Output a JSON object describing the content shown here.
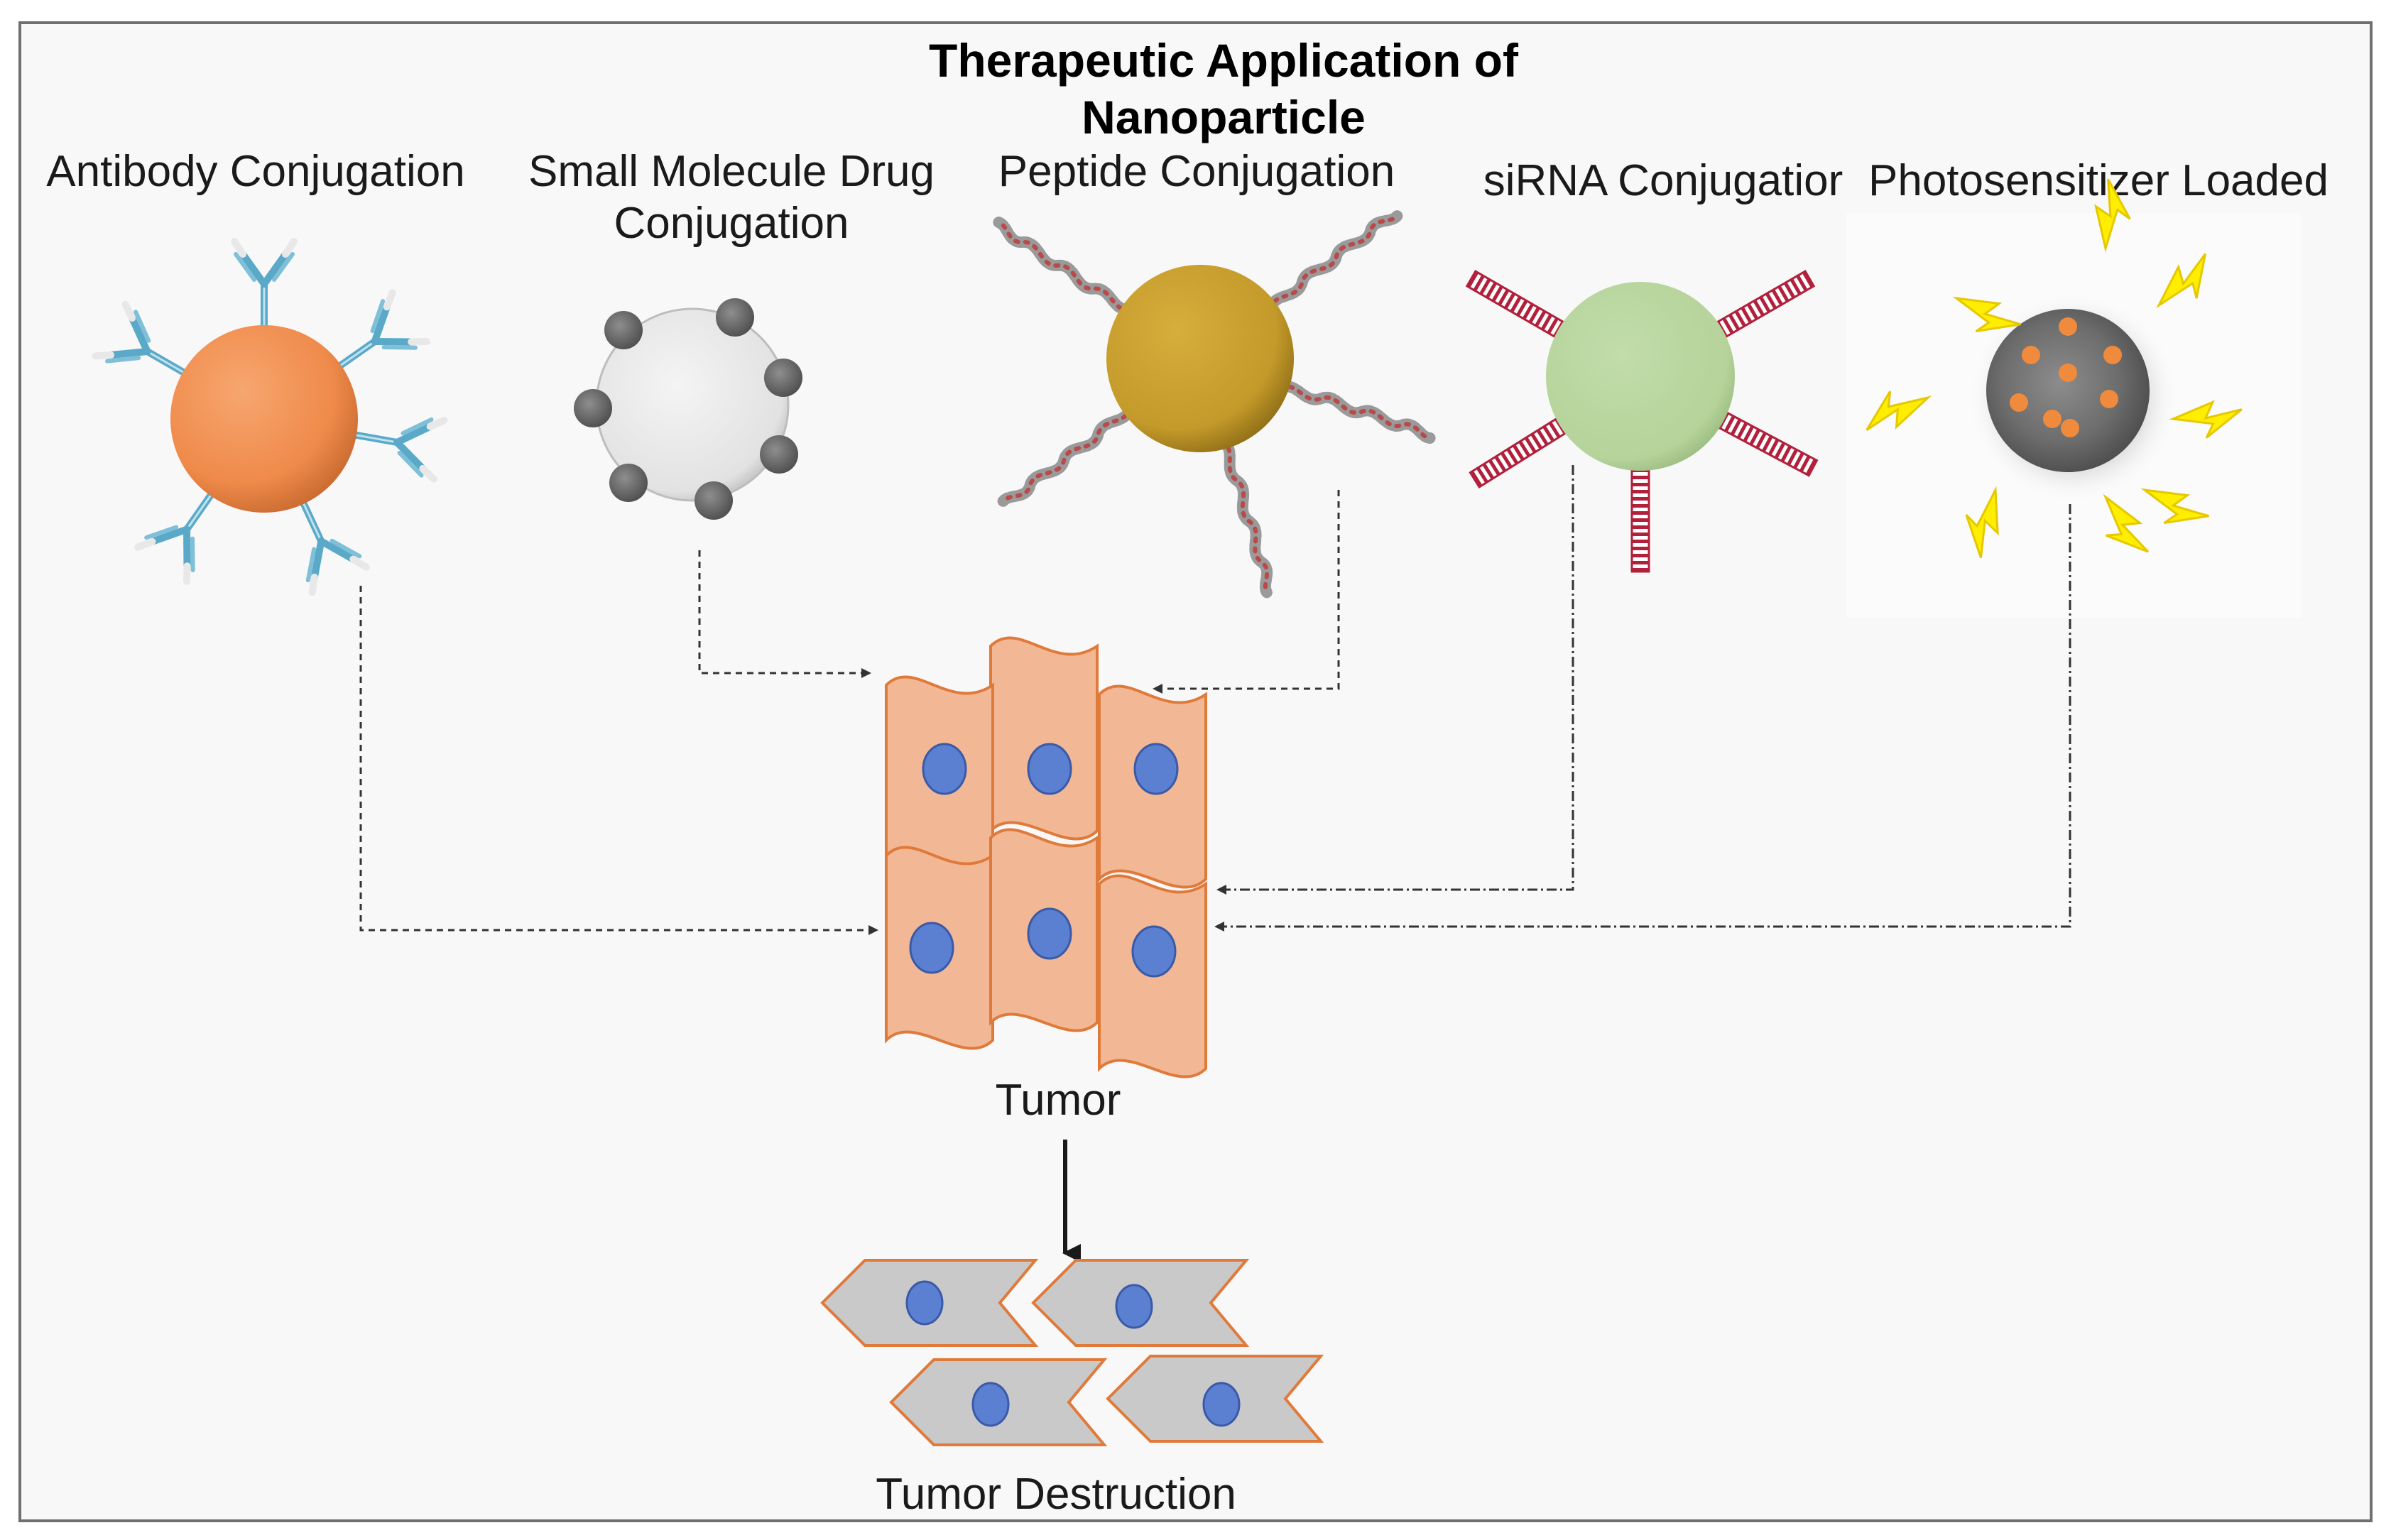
{
  "title": {
    "line1": "Therapeutic Application of",
    "line2": "Nanoparticle"
  },
  "categories": {
    "antibody": "Antibody Conjugation",
    "small_molecule_line1": "Small Molecule Drug",
    "small_molecule_line2": "Conjugation",
    "peptide": "Peptide Conjugation",
    "sirna": "siRNA Conjugatior",
    "photosensitizer": "Photosensitizer Loaded"
  },
  "tumor_label": "Tumor",
  "destruction_label": "Tumor Destruction",
  "colors": {
    "antibody_particle": "#ef8a4a",
    "antibody_arms": "#5aa9c8",
    "small_molecule_particle": "#e4e4e4",
    "small_molecule_beads": "#6b6b6b",
    "peptide_particle": "#c49a2a",
    "peptide_chain": "#b94a4a",
    "sirna_particle": "#b5d39a",
    "sirna_strands": "#b2203c",
    "photosensitizer_particle": "#6f6f6f",
    "photosensitizer_dots": "#f08a3c",
    "lightning": "#ffee00",
    "tumor_cells": "#f2b896",
    "tumor_outline": "#e07a3a",
    "nucleus": "#5b7fd1",
    "dead_cells": "#c9c9c9"
  }
}
